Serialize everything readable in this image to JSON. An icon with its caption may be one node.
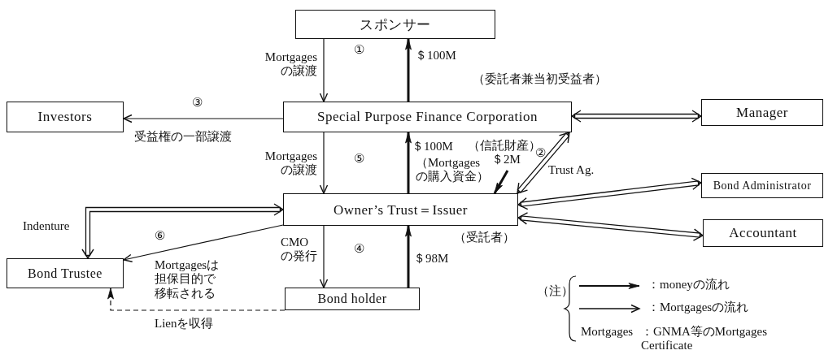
{
  "diagram": {
    "nodes": [
      {
        "text": [
          "スポンサー"
        ]
      },
      {
        "text": [
          "Investors"
        ]
      },
      {
        "text": [
          "Special Purpose Finance Corporation"
        ],
        "beside": [
          "（委託者兼当初受益者）"
        ]
      },
      {
        "text": [
          "Manager"
        ]
      },
      {
        "text": [
          "Bond Administrator"
        ]
      },
      {
        "text": [
          "Owner’s Trust＝Issuer"
        ],
        "beside": [
          "（受託者）"
        ]
      },
      {
        "text": [
          "Accountant"
        ]
      },
      {
        "text": [
          "Bond Trustee"
        ]
      },
      {
        "text": [
          "Bond holder"
        ]
      }
    ],
    "edges": [
      {
        "from": 0,
        "to": 2,
        "arrow": "to",
        "label": "Mortgages の譲渡"
      },
      {
        "from": 2,
        "to": 0,
        "arrow": "to",
        "style": "thick",
        "label": "＄100M"
      },
      {
        "from": 2,
        "to": 1,
        "arrow": "to",
        "label": "受益権の一部譲渡"
      },
      {
        "from": 2,
        "to": 3,
        "arrow": "both"
      },
      {
        "from": 5,
        "to": 2,
        "arrow": "both",
        "label": "Trust Ag."
      },
      {
        "from": null,
        "to": 5,
        "arrow": "to",
        "style": "thick",
        "label": "＄2M"
      },
      {
        "from": 2,
        "to": 5,
        "arrow": "to",
        "label": "Mortgages の譲渡"
      },
      {
        "from": 5,
        "to": 2,
        "arrow": "to",
        "style": "thick",
        "label": "＄100M"
      },
      {
        "from": 5,
        "to": 4,
        "arrow": "both"
      },
      {
        "from": 5,
        "to": 6,
        "arrow": "both"
      },
      {
        "from": 5,
        "to": 8,
        "arrow": "to",
        "label": "CMO の発行"
      },
      {
        "from": 8,
        "to": 5,
        "arrow": "to",
        "style": "thick",
        "label": "＄98M"
      },
      {
        "from": 7,
        "to": 5,
        "arrow": "both",
        "label": "Indenture"
      },
      {
        "from": 5,
        "to": 7,
        "arrow": "to",
        "label": "Mortgagesは担保目的で移転される"
      },
      {
        "from": 8,
        "to": 7,
        "arrow": "to",
        "style": "dashed",
        "label": "Lienを収得"
      }
    ],
    "labels": [
      "①",
      "③",
      "⑤",
      "（信託財産）",
      "（Mortgages の購入資金）",
      "②",
      "⑥",
      "④",
      "（注）",
      "Mortgages",
      "：GNMA等のMortgages Certificate"
    ],
    "legend": [
      {
        "text": "：moneyの流れ"
      },
      {
        "text": "：Mortgagesの流れ"
      }
    ]
  }
}
